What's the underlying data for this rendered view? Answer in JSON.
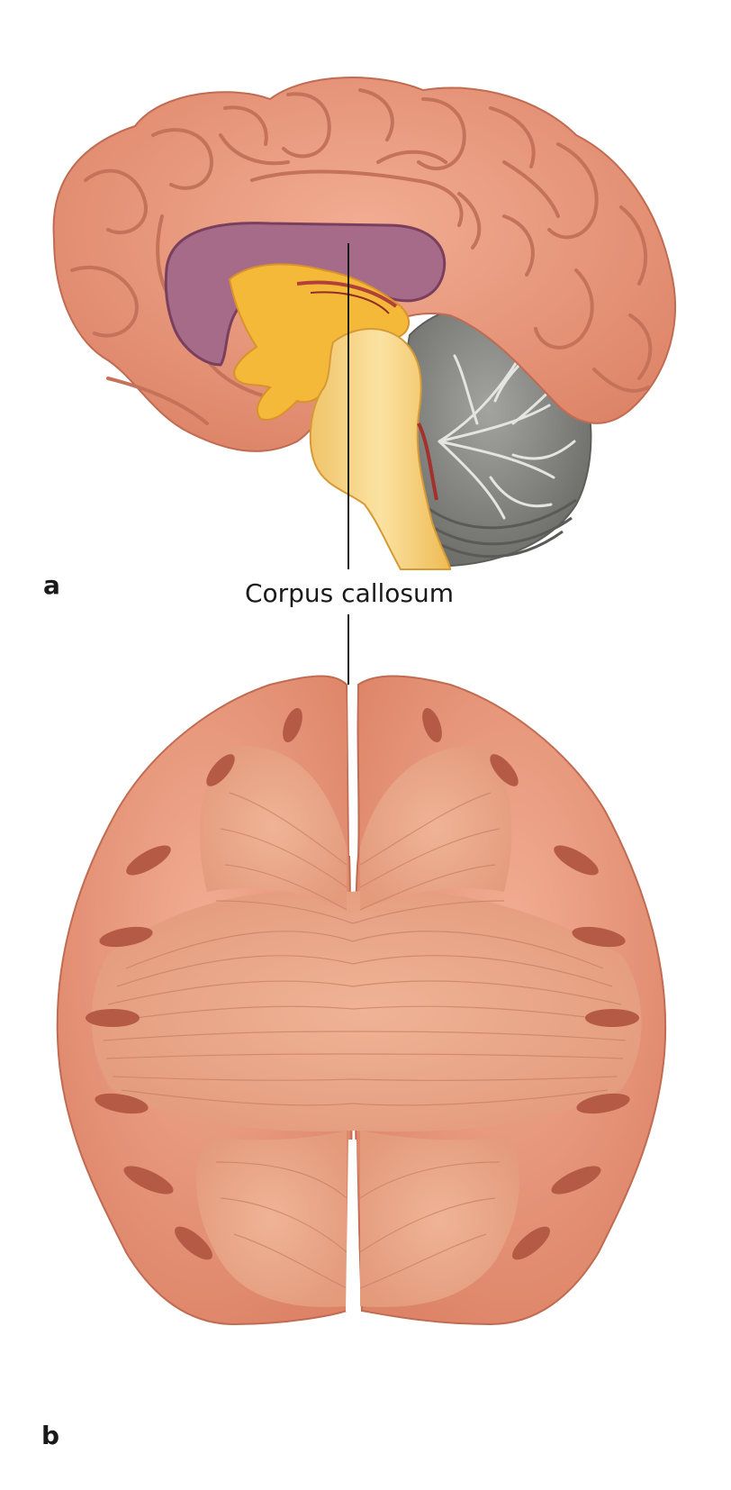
{
  "figure": {
    "panel_a_letter": "a",
    "panel_b_letter": "b",
    "callout_label": "Corpus callosum"
  },
  "colors": {
    "cortex": "#e8967a",
    "cortex_dark": "#c86e55",
    "sulcus": "#b55a44",
    "corpus_callosum": "#a66b88",
    "diencephalon": "#f5b93a",
    "brainstem": "#f7d88a",
    "cerebellum": "#7c7c7c",
    "white_matter": "#e9a688",
    "ink": "#1a1a1a"
  }
}
